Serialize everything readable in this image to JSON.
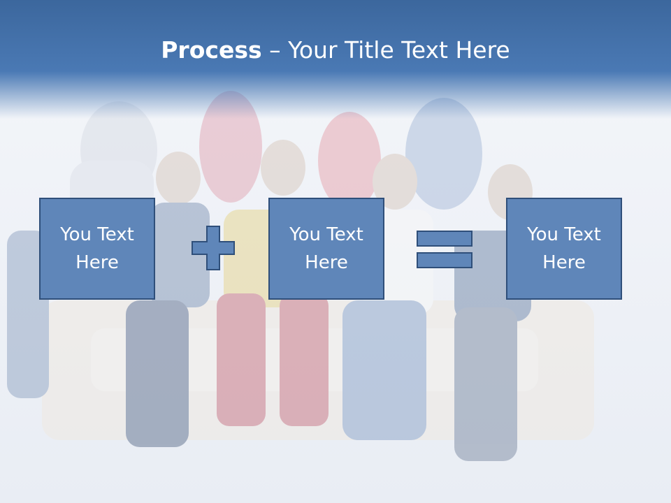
{
  "slide": {
    "title_bold": "Process",
    "title_rest": " – Your Title Text Here",
    "boxes": [
      {
        "label": "You Text Here"
      },
      {
        "label": "You Text Here"
      },
      {
        "label": "You Text Here"
      }
    ],
    "operators": [
      "plus-icon",
      "equals-icon"
    ],
    "colors": {
      "header": "#4a79b4",
      "box_fill": "#5f86b9",
      "box_border": "#2f4f7a"
    }
  }
}
